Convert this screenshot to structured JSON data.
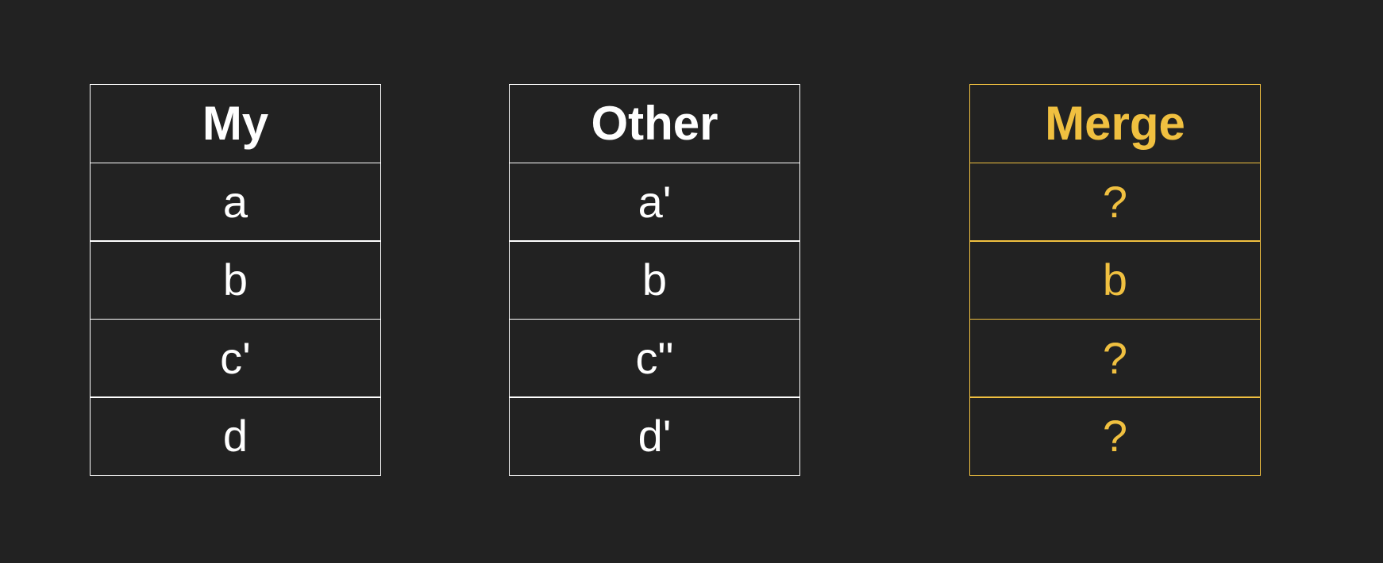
{
  "tables": [
    {
      "header": "My",
      "rows": [
        "a",
        "b",
        "c'",
        "d"
      ]
    },
    {
      "header": "Other",
      "rows": [
        "a'",
        "b",
        "c\"",
        "d'"
      ]
    },
    {
      "header": "Merge",
      "rows": [
        "?",
        "b",
        "?",
        "?"
      ]
    }
  ],
  "colors": {
    "background": "#222222",
    "default": "#ffffff",
    "merge_accent": "#f0c040"
  }
}
